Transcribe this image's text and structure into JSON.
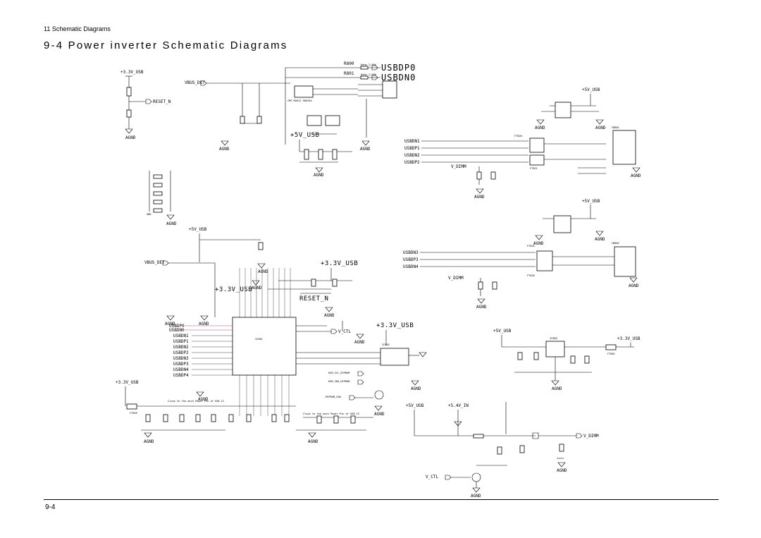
{
  "header": {
    "section": "11 Schematic Diagrams",
    "title": "9-4 Power inverter Schematic Diagrams"
  },
  "footer": {
    "page_number": "9-4"
  },
  "nets": {
    "usbdp0": "USBDP0",
    "usbdn0": "USBDN0",
    "v33_usb": "+3.3V_USB",
    "v5_usb": "+5V_USB",
    "vbus_det": "VBUS_DET",
    "reset_n": "RESET_N",
    "agnd": "AGND",
    "v5_4v_in": "+5.4V_IN",
    "v_ctl": "V_CTL",
    "v_dimm": "V_DIMM",
    "cmf_top": "CMF-M2012-900T04",
    "close_note_1": "Close to the each Power Pin of USB IC",
    "close_note_2": "Close to the each Power Pin of USB IC",
    "r800": "R800",
    "r801": "R801",
    "res_val": "0ohm 1/16W",
    "usbdn1": "USBDN1",
    "usbdp1": "USBDP1",
    "usbdn2": "USBDN2",
    "usbdp2": "USBDP2",
    "usbdn3": "USBDN3",
    "usbdp3": "USBDP3",
    "usbdn4": "USBDN4",
    "usbdp4": "USBDP4",
    "ft820": "FT820",
    "ft821": "FT821",
    "ft825": "FT825",
    "ft826": "FT826",
    "ft861": "FT861",
    "ft839": "FT839",
    "cn801": "CN801",
    "cn802": "CN802",
    "ic801": "IC801",
    "ic802": "IC802",
    "ic803": "IC803",
    "eeprom_scl": "USB_SCL_EEPROM",
    "eeprom_sda": "USB_SDA_EEPROM",
    "eeprom_con": "EEPROM_CON",
    "gnd": "GND"
  }
}
